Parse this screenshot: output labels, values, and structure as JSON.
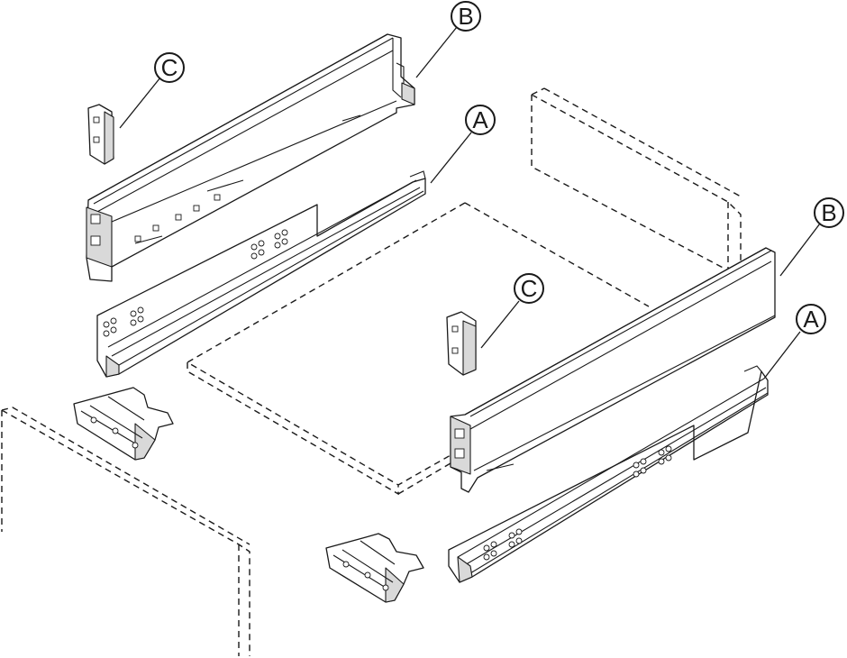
{
  "callouts": [
    {
      "id": "b-top",
      "label": "B"
    },
    {
      "id": "c-top",
      "label": "C"
    },
    {
      "id": "a-top",
      "label": "A"
    },
    {
      "id": "b-right",
      "label": "B"
    },
    {
      "id": "c-mid",
      "label": "C"
    },
    {
      "id": "a-right",
      "label": "A"
    }
  ],
  "colors": {
    "ink": "#1a1a1a",
    "fill": "#ffffff",
    "shade": "#d9d9d9"
  }
}
